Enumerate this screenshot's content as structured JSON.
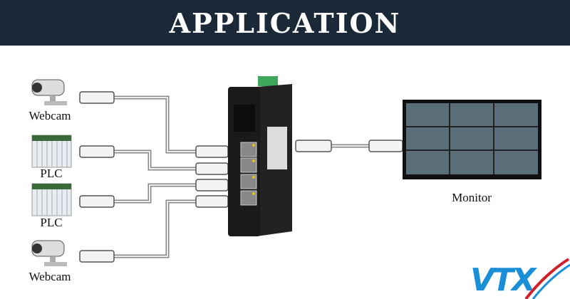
{
  "header": {
    "title": "APPLICATION"
  },
  "devices": {
    "webcam_top": "Webcam",
    "plc_1": "PLC",
    "plc_2": "PLC",
    "webcam_bottom": "Webcam",
    "monitor": "Monitor"
  },
  "logo": {
    "text": "VTX"
  },
  "colors": {
    "header_bg": "#1b2838",
    "logo_blue": "#1a8fd8",
    "logo_red": "#d0202a"
  }
}
